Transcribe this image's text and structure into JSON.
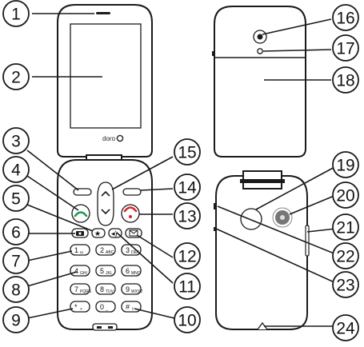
{
  "callouts": [
    {
      "id": "1",
      "label": "1"
    },
    {
      "id": "2",
      "label": "2"
    },
    {
      "id": "3",
      "label": "3"
    },
    {
      "id": "4",
      "label": "4"
    },
    {
      "id": "5",
      "label": "5"
    },
    {
      "id": "6",
      "label": "6"
    },
    {
      "id": "7",
      "label": "7"
    },
    {
      "id": "8",
      "label": "8"
    },
    {
      "id": "9",
      "label": "9"
    },
    {
      "id": "10",
      "label": "10"
    },
    {
      "id": "11",
      "label": "11"
    },
    {
      "id": "12",
      "label": "12"
    },
    {
      "id": "13",
      "label": "13"
    },
    {
      "id": "14",
      "label": "14"
    },
    {
      "id": "15",
      "label": "15"
    },
    {
      "id": "16",
      "label": "16"
    },
    {
      "id": "17",
      "label": "17"
    },
    {
      "id": "18",
      "label": "18"
    },
    {
      "id": "19",
      "label": "19"
    },
    {
      "id": "20",
      "label": "20"
    },
    {
      "id": "21",
      "label": "21"
    },
    {
      "id": "22",
      "label": "22"
    },
    {
      "id": "23",
      "label": "23"
    },
    {
      "id": "24",
      "label": "24"
    }
  ],
  "brand_logo": "doro",
  "keys": [
    {
      "main": "1",
      "sub": "ω"
    },
    {
      "main": "2",
      "sub": "ABC"
    },
    {
      "main": "3",
      "sub": "DEF"
    },
    {
      "main": "4",
      "sub": "GHI"
    },
    {
      "main": "5",
      "sub": "JKL"
    },
    {
      "main": "6",
      "sub": "MNO"
    },
    {
      "main": "7",
      "sub": "PQRS"
    },
    {
      "main": "8",
      "sub": "TUV"
    },
    {
      "main": "9",
      "sub": "WXYZ"
    },
    {
      "main": "*",
      "sub": "+"
    },
    {
      "main": "0",
      "sub": "_"
    },
    {
      "main": "#",
      "sub": "⇧"
    }
  ],
  "colors": {
    "call_green": "#1a9a4a",
    "end_red": "#d8262a",
    "stroke": "#1a1a1a"
  }
}
